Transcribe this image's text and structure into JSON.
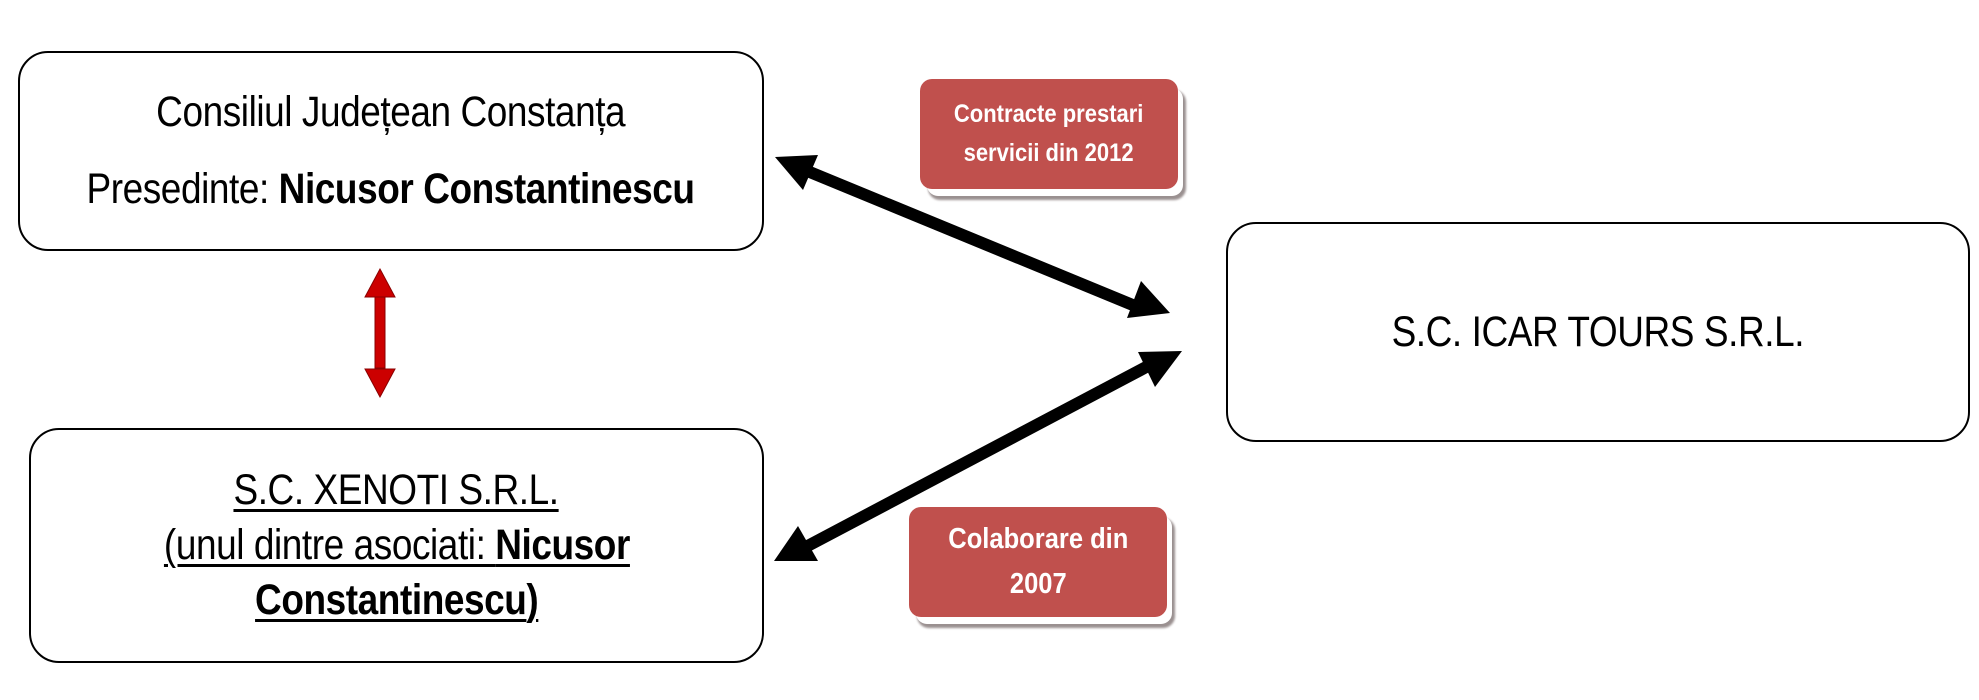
{
  "nodes": {
    "consiliul": {
      "line1": "Consiliul Județean Constanța",
      "line2_prefix": "Presedinte: ",
      "line2_name": "Nicusor Constantinescu"
    },
    "xenoti": {
      "line1": "S.C. XENOTI S.R.L.",
      "line2_prefix": "(unul dintre asociati: ",
      "line2_name": "Nicusor",
      "line3_name": "Constantinescu",
      "line3_suffix": ")"
    },
    "icar": {
      "line1": "S.C. ICAR TOURS S.R.L."
    }
  },
  "badges": {
    "contract": {
      "line1": "Contracte prestari",
      "line2": "servicii din 2012"
    },
    "collaboration": {
      "line1": "Colaborare din",
      "line2": "2007"
    }
  },
  "edges": [
    {
      "from": "consiliul",
      "to": "icar",
      "type": "bidirectional",
      "label": "Contracte prestari servicii din 2012"
    },
    {
      "from": "xenoti",
      "to": "icar",
      "type": "bidirectional",
      "label": "Colaborare din 2007"
    },
    {
      "from": "consiliul",
      "to": "xenoti",
      "type": "bidirectional",
      "label": ""
    }
  ],
  "colors": {
    "badge_fill": "#c0504d",
    "badge_text": "#ffffff",
    "red_arrow": "#cc0000",
    "black_arrow": "#000000",
    "node_border": "#000000"
  }
}
